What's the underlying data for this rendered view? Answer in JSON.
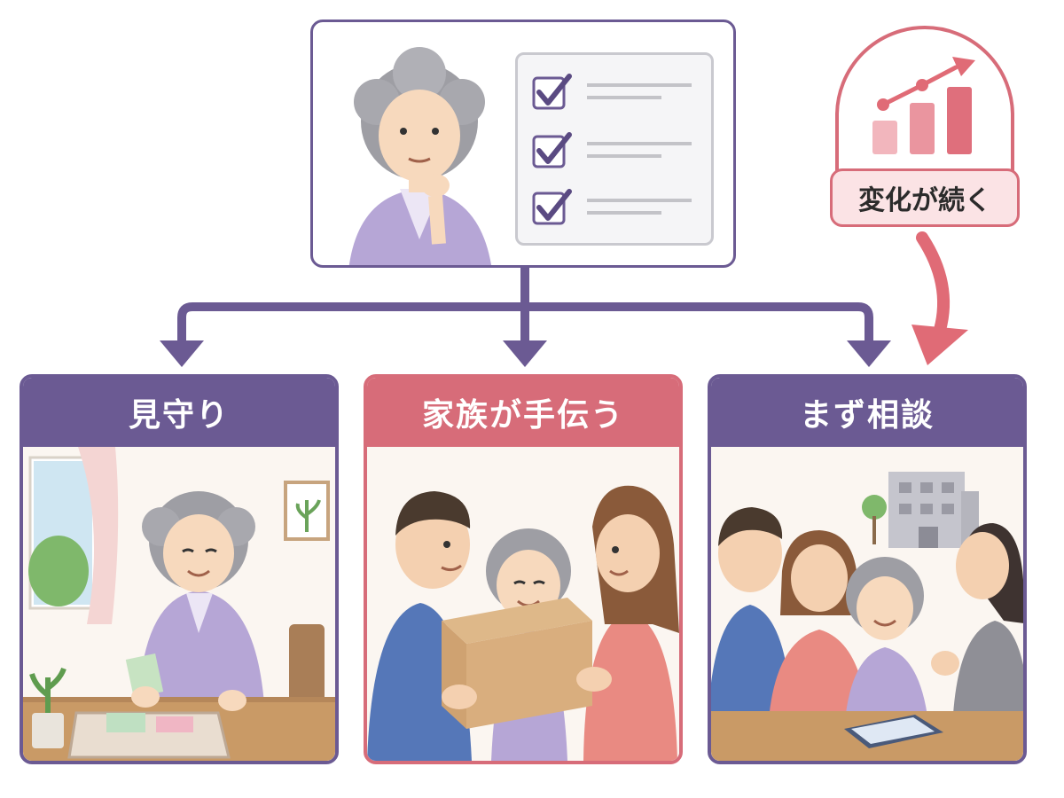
{
  "status": {
    "label": "変化が続く"
  },
  "options": [
    {
      "label": "見守り"
    },
    {
      "label": "家族が手伝う"
    },
    {
      "label": "まず相談"
    }
  ],
  "colors": {
    "purple": "#6b5a93",
    "pink": "#d76c79",
    "pink_light": "#fbe3e5",
    "cardigan": "#b6a6d6"
  },
  "icons": [
    "checkbox-icon",
    "bar-chart-icon",
    "trend-arrow-icon",
    "arrow-down-icon"
  ]
}
